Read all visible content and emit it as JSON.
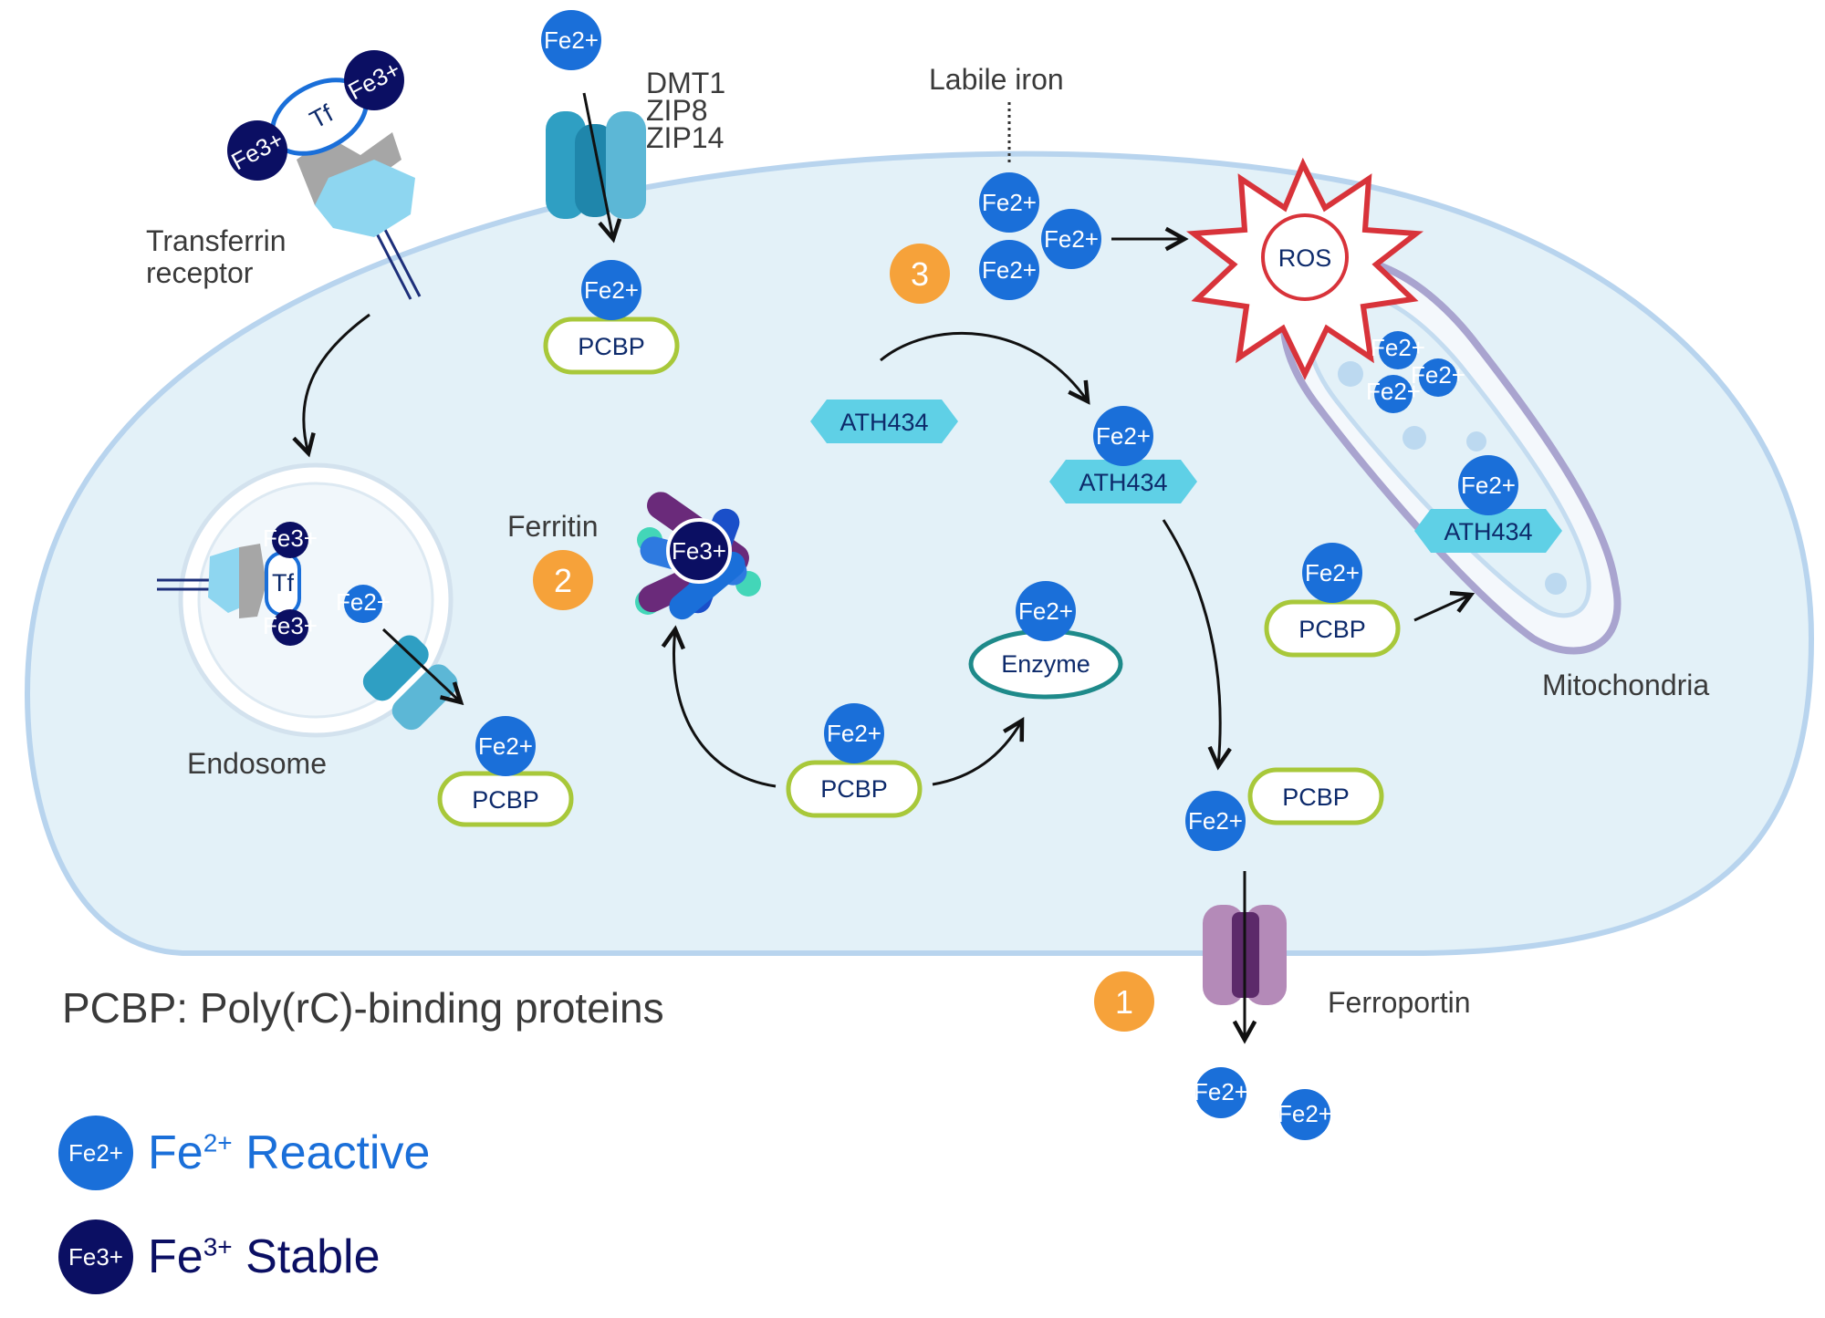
{
  "colors": {
    "fe2": "#1a6fd9",
    "fe3": "#0b0f63",
    "cell_fill": "#e3f1f8",
    "cell_border": "#b8d4ee",
    "pcbp_border": "#a8c83a",
    "ath434": "#5fd0e6",
    "enzyme_border": "#1e8a8a",
    "ros": "#d8333a",
    "step_badge": "#f6a23a",
    "ferroportin": "#b48ab8",
    "dmt1": "#2f9fc3"
  },
  "ions": {
    "fe2": "Fe2+",
    "fe3": "Fe3+"
  },
  "labels": {
    "transferrin_receptor_line1": "Transferrin",
    "transferrin_receptor_line2": "receptor",
    "tf": "Tf",
    "transporters": [
      "DMT1",
      "ZIP8",
      "ZIP14"
    ],
    "labile_iron": "Labile iron",
    "ros": "ROS",
    "endosome": "Endosome",
    "ferritin": "Ferritin",
    "mitochondria": "Mitochondria",
    "ferroportin": "Ferroportin",
    "pcbp": "PCBP",
    "ath434": "ATH434",
    "enzyme": "Enzyme"
  },
  "steps": [
    "1",
    "2",
    "3"
  ],
  "legend": {
    "note": "PCBP: Poly(rC)-binding proteins",
    "fe2_prefix": "Fe",
    "fe2_charge": "2+",
    "fe2_desc": "Reactive",
    "fe3_prefix": "Fe",
    "fe3_charge": "3+",
    "fe3_desc": "Stable"
  }
}
